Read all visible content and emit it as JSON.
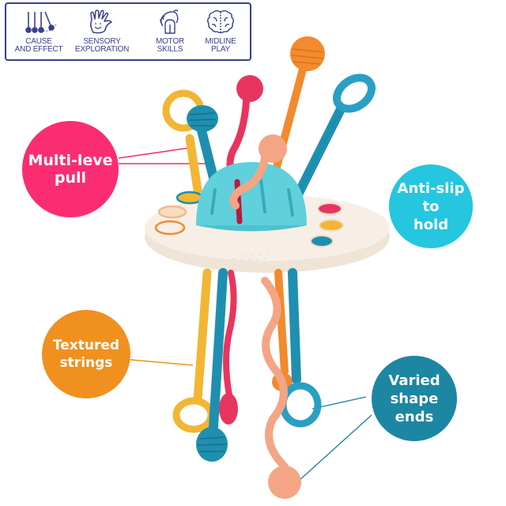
{
  "features": [
    {
      "icon": "pendulum-icon",
      "label_line1": "CAUSE",
      "label_line2": "AND EFFECT"
    },
    {
      "icon": "hand-icon",
      "label_line1": "SENSORY",
      "label_line2": "EXPLORATION"
    },
    {
      "icon": "pressing-hand-icon",
      "label_line1": "MOTOR",
      "label_line2": "SKILLS"
    },
    {
      "icon": "brain-icon",
      "label_line1": "MIDLINE",
      "label_line2": "PLAY"
    }
  ],
  "callouts": [
    {
      "id": "multi-level-pull",
      "line1": "Multi-leve",
      "line2": "pull",
      "line3": "",
      "color": "#fb2d72"
    },
    {
      "id": "anti-slip",
      "line1": "Anti-slip",
      "line2": "to",
      "line3": "hold",
      "color": "#24c6e0"
    },
    {
      "id": "textured-strings",
      "line1": "Textured",
      "line2": "strings",
      "line3": "",
      "color": "#f0901f"
    },
    {
      "id": "varied-shape-ends",
      "line1": "Varied",
      "line2": "shape",
      "line3": "ends",
      "color": "#1c86a3"
    }
  ],
  "colors": {
    "banner_ink": "#3a3f8f",
    "toy_yellow": "#f2b634",
    "toy_teal": "#1f8fb0",
    "toy_pink": "#e8355f",
    "toy_orange": "#f28a2e",
    "toy_peach": "#f4a585",
    "toy_aqua": "#5fd0dc",
    "toy_base": "#f5ece1"
  }
}
